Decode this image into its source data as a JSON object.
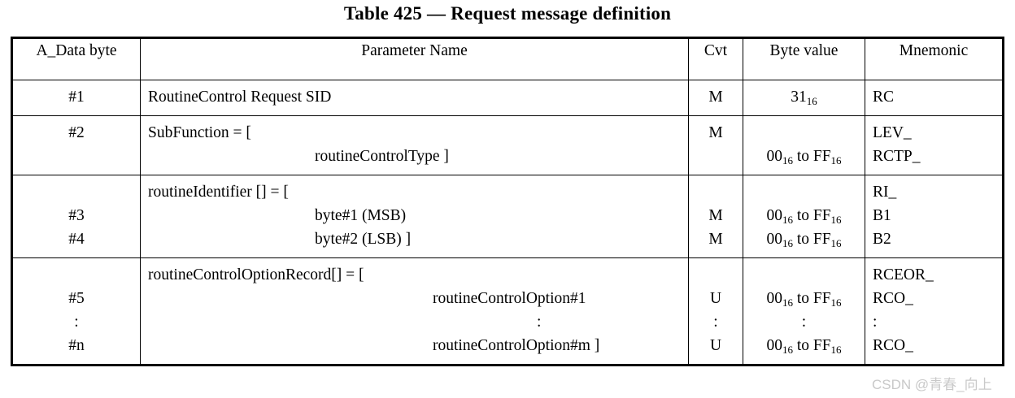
{
  "title": "Table 425 — Request message definition",
  "watermark": "CSDN @青春_向上",
  "colors": {
    "text": "#000000",
    "border": "#000000",
    "background": "#ffffff",
    "watermark": "#c9c9c9"
  },
  "table": {
    "headers": {
      "adata": "A_Data byte",
      "parameter": "Parameter Name",
      "cvt": "Cvt",
      "byte_value": "Byte value",
      "mnemonic": "Mnemonic"
    },
    "rows": [
      {
        "adata": [
          "#1"
        ],
        "parameter": [
          "RoutineControl Request SID"
        ],
        "cvt": [
          "M"
        ],
        "byte_value": [
          "31",
          "16"
        ],
        "byte_value_lines": [
          {
            "base": "31",
            "sub": "16"
          }
        ],
        "mnemonic": [
          "RC"
        ]
      },
      {
        "adata": [
          "#2",
          ""
        ],
        "parameter": [
          "SubFunction = [",
          "routineControlType ]"
        ],
        "cvt": [
          "M",
          ""
        ],
        "byte_value_lines": [
          {
            "base": "",
            "sub": ""
          },
          {
            "base": "00",
            "sub": "16",
            "mid": " to FF",
            "sub2": "16"
          }
        ],
        "mnemonic": [
          "LEV_",
          "RCTP_"
        ]
      },
      {
        "adata": [
          "",
          "#3",
          "#4"
        ],
        "parameter": [
          "routineIdentifier [] = [",
          "byte#1 (MSB)",
          "byte#2 (LSB) ]"
        ],
        "cvt": [
          "",
          "M",
          "M"
        ],
        "byte_value_lines": [
          {
            "base": "",
            "sub": ""
          },
          {
            "base": "00",
            "sub": "16",
            "mid": " to FF",
            "sub2": "16"
          },
          {
            "base": "00",
            "sub": "16",
            "mid": " to FF",
            "sub2": "16"
          }
        ],
        "mnemonic": [
          "RI_",
          "B1",
          "B2"
        ]
      },
      {
        "adata": [
          "",
          "#5",
          ":",
          "#n"
        ],
        "parameter": [
          "routineControlOptionRecord[] = [",
          "routineControlOption#1",
          ":",
          "routineControlOption#m ]"
        ],
        "cvt": [
          "",
          "U",
          ":",
          "U"
        ],
        "byte_value_lines": [
          {
            "base": "",
            "sub": ""
          },
          {
            "base": "00",
            "sub": "16",
            "mid": " to FF",
            "sub2": "16"
          },
          {
            "base": ":",
            "sub": ""
          },
          {
            "base": "00",
            "sub": "16",
            "mid": " to FF",
            "sub2": "16"
          }
        ],
        "mnemonic": [
          "RCEOR_",
          "RCO_",
          ":",
          "RCO_"
        ]
      }
    ]
  }
}
